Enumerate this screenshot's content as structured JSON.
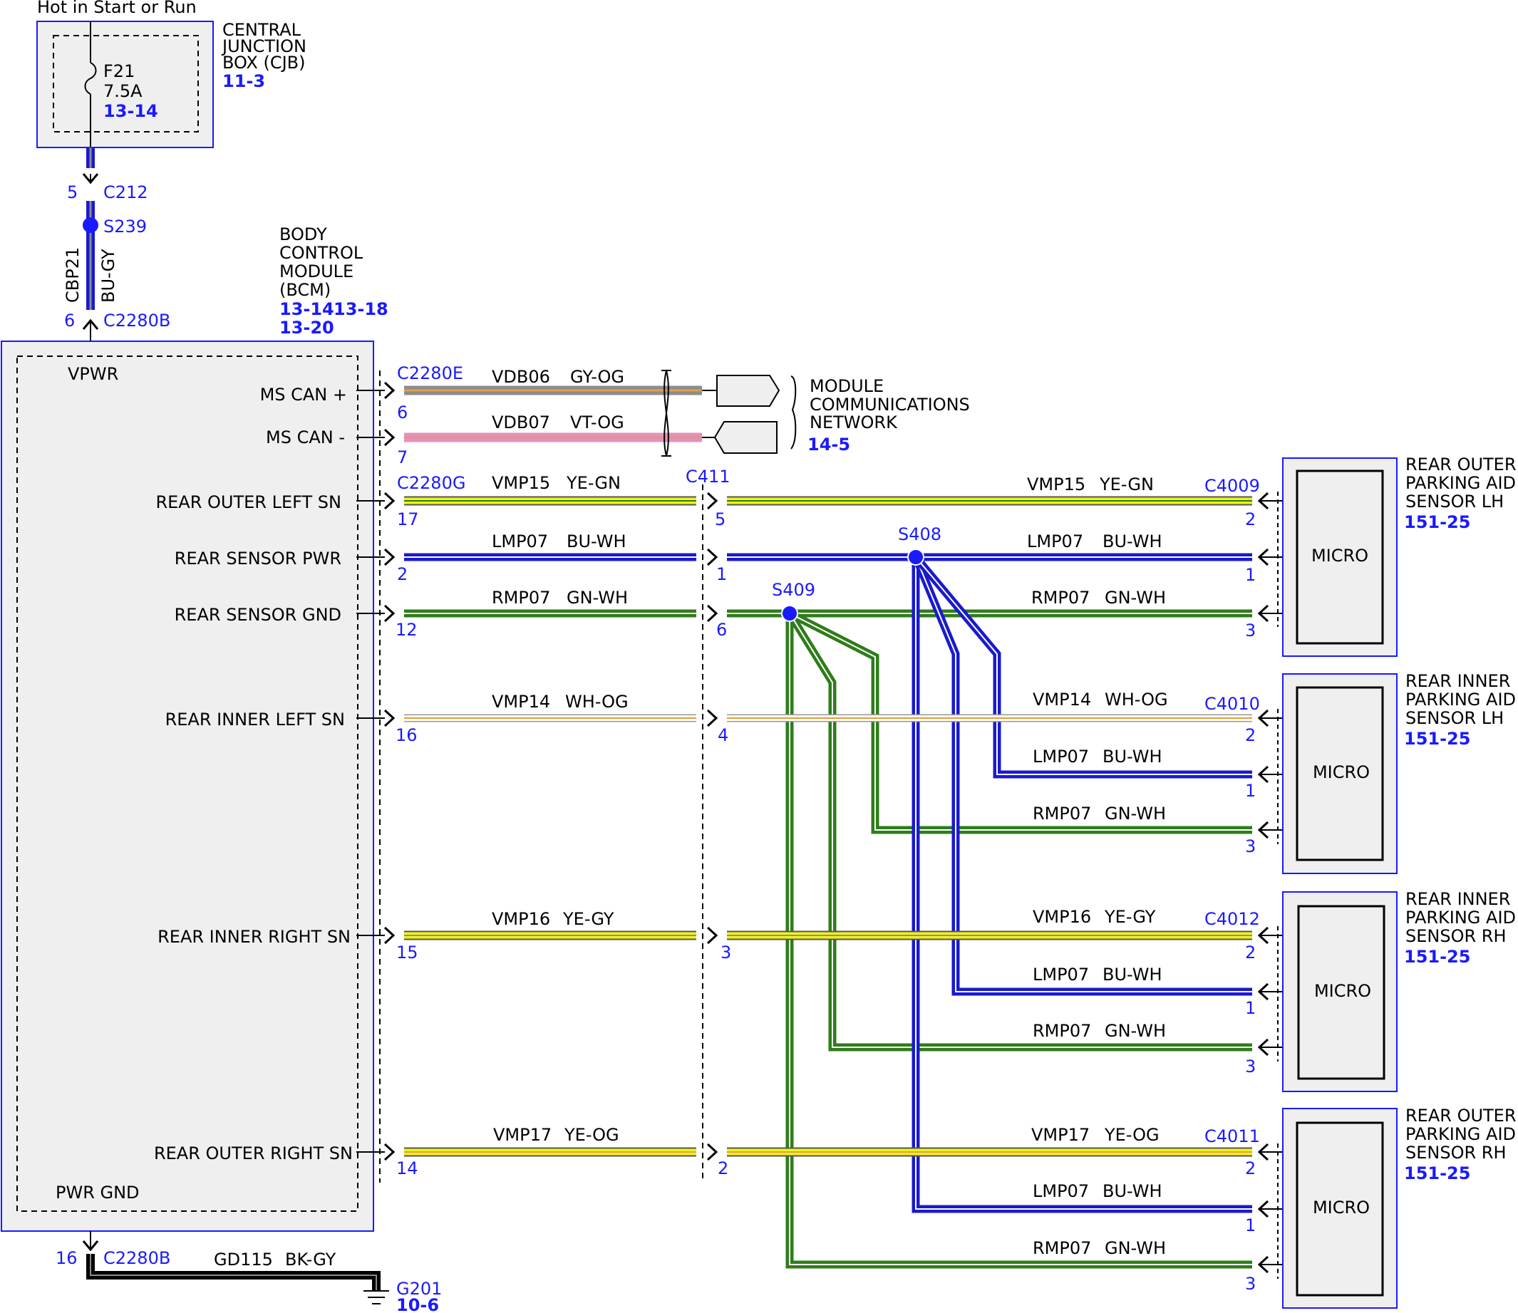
{
  "supply": {
    "label": "Hot in Start or Run"
  },
  "cjb": {
    "title": [
      "CENTRAL",
      "JUNCTION",
      "BOX (CJB)"
    ],
    "ref": "11-3",
    "fuse": {
      "id": "F21",
      "rating": "7.5A",
      "ref": "13-14"
    }
  },
  "c212": {
    "pin": "5",
    "name": "C212"
  },
  "s239": {
    "name": "S239"
  },
  "feed_wire": {
    "circuit": "CBP21",
    "color": "BU-GY"
  },
  "c2280b_top": {
    "pin": "6",
    "name": "C2280B"
  },
  "bcm": {
    "title": [
      "BODY",
      "CONTROL",
      "MODULE",
      "(BCM)"
    ],
    "refs": [
      "13-14",
      "13-18",
      "13-20"
    ],
    "vpwr": "VPWR",
    "pwr_gnd": "PWR GND",
    "pins": {
      "ms_can_plus": "MS CAN +",
      "ms_can_minus": "MS CAN -",
      "rear_outer_left": "REAR OUTER LEFT SN",
      "rear_sensor_pwr": "REAR SENSOR PWR",
      "rear_sensor_gnd": "REAR SENSOR GND",
      "rear_inner_left": "REAR INNER LEFT SN",
      "rear_inner_right": "REAR INNER RIGHT SN",
      "rear_outer_right": "REAR OUTER RIGHT SN"
    }
  },
  "connectors": {
    "c2280e": "C2280E",
    "c2280g": "C2280G",
    "c411": "C411",
    "c4009": "C4009",
    "c4010": "C4010",
    "c4012": "C4012",
    "c4011": "C4011"
  },
  "pins": {
    "bcm_e_6": "6",
    "bcm_e_7": "7",
    "bcm_g_17": "17",
    "bcm_g_2": "2",
    "bcm_g_12": "12",
    "bcm_g_16": "16",
    "bcm_g_15": "15",
    "bcm_g_14": "14",
    "c411_5": "5",
    "c411_1": "1",
    "c411_6": "6",
    "c411_4": "4",
    "c411_3": "3",
    "c411_2": "2",
    "s1_sn": "2",
    "s1_pwr": "1",
    "s1_gnd": "3",
    "s2_sn": "2",
    "s2_pwr": "1",
    "s2_gnd": "3",
    "s3_sn": "2",
    "s3_pwr": "1",
    "s3_gnd": "3",
    "s4_sn": "2",
    "s4_pwr": "1",
    "s4_gnd": "3"
  },
  "wires": {
    "vdb06": {
      "circuit": "VDB06",
      "color": "GY-OG"
    },
    "vdb07": {
      "circuit": "VDB07",
      "color": "VT-OG"
    },
    "vmp15": {
      "circuit": "VMP15",
      "color": "YE-GN"
    },
    "lmp07": {
      "circuit": "LMP07",
      "color": "BU-WH"
    },
    "rmp07": {
      "circuit": "RMP07",
      "color": "GN-WH"
    },
    "vmp14": {
      "circuit": "VMP14",
      "color": "WH-OG"
    },
    "vmp16": {
      "circuit": "VMP16",
      "color": "YE-GY"
    },
    "vmp17": {
      "circuit": "VMP17",
      "color": "YE-OG"
    },
    "gd115": {
      "circuit": "GD115",
      "color": "BK-GY"
    }
  },
  "splices": {
    "s408": "S408",
    "s409": "S409"
  },
  "network": {
    "title": [
      "MODULE",
      "COMMUNICATIONS",
      "NETWORK"
    ],
    "ref": "14-5"
  },
  "sensors": [
    {
      "title": [
        "REAR OUTER",
        "PARKING AID",
        "SENSOR LH"
      ],
      "ref": "151-25",
      "inner": "MICRO"
    },
    {
      "title": [
        "REAR INNER",
        "PARKING AID",
        "SENSOR LH"
      ],
      "ref": "151-25",
      "inner": "MICRO"
    },
    {
      "title": [
        "REAR INNER",
        "PARKING AID",
        "SENSOR RH"
      ],
      "ref": "151-25",
      "inner": "MICRO"
    },
    {
      "title": [
        "REAR OUTER",
        "PARKING AID",
        "SENSOR RH"
      ],
      "ref": "151-25",
      "inner": "MICRO"
    }
  ],
  "c2280b_bottom": {
    "pin": "16",
    "name": "C2280B"
  },
  "ground": {
    "name": "G201",
    "ref": "10-6"
  },
  "colors": {
    "blue_label": "#1a1aff",
    "wire_blue": "#1a1acc",
    "wire_green": "#2e7d1a",
    "wire_yellow": "#f2f21a",
    "wire_pink": "#e58fc0",
    "wire_gray": "#8c8c8c",
    "wire_orange": "#e0a040",
    "wire_black": "#000000",
    "box_fill": "#efefef"
  }
}
